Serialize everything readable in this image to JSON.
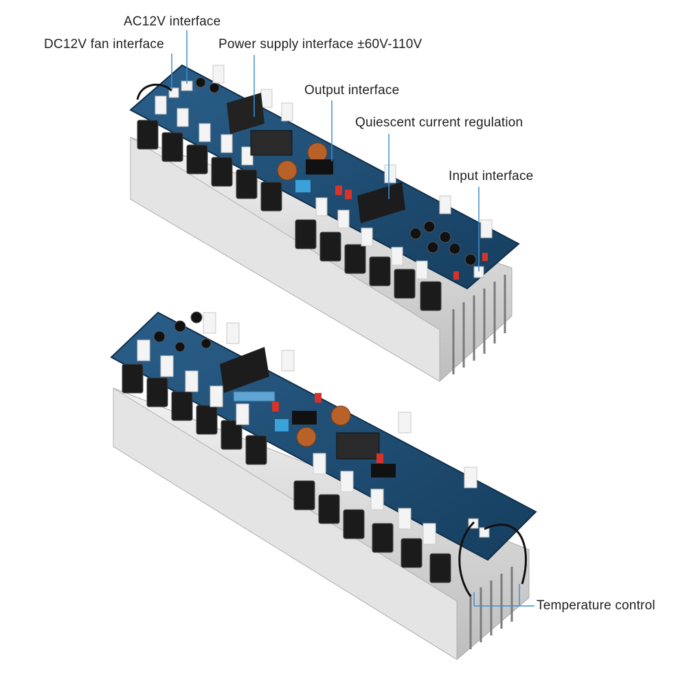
{
  "labels": {
    "ac12v": "AC12V interface",
    "dc12v_fan": "DC12V fan interface",
    "power_supply": "Power supply interface ±60V-110V",
    "output": "Output interface",
    "quiescent": "Quiescent current regulation",
    "input": "Input interface",
    "temperature": "Temperature control"
  },
  "colors": {
    "pcb": "#1d4d73",
    "heatsink": "#d6d6d6",
    "transistor": "#1b1b1b",
    "resistor": "#f3f3f3",
    "pointer": "#3f8fd1"
  }
}
